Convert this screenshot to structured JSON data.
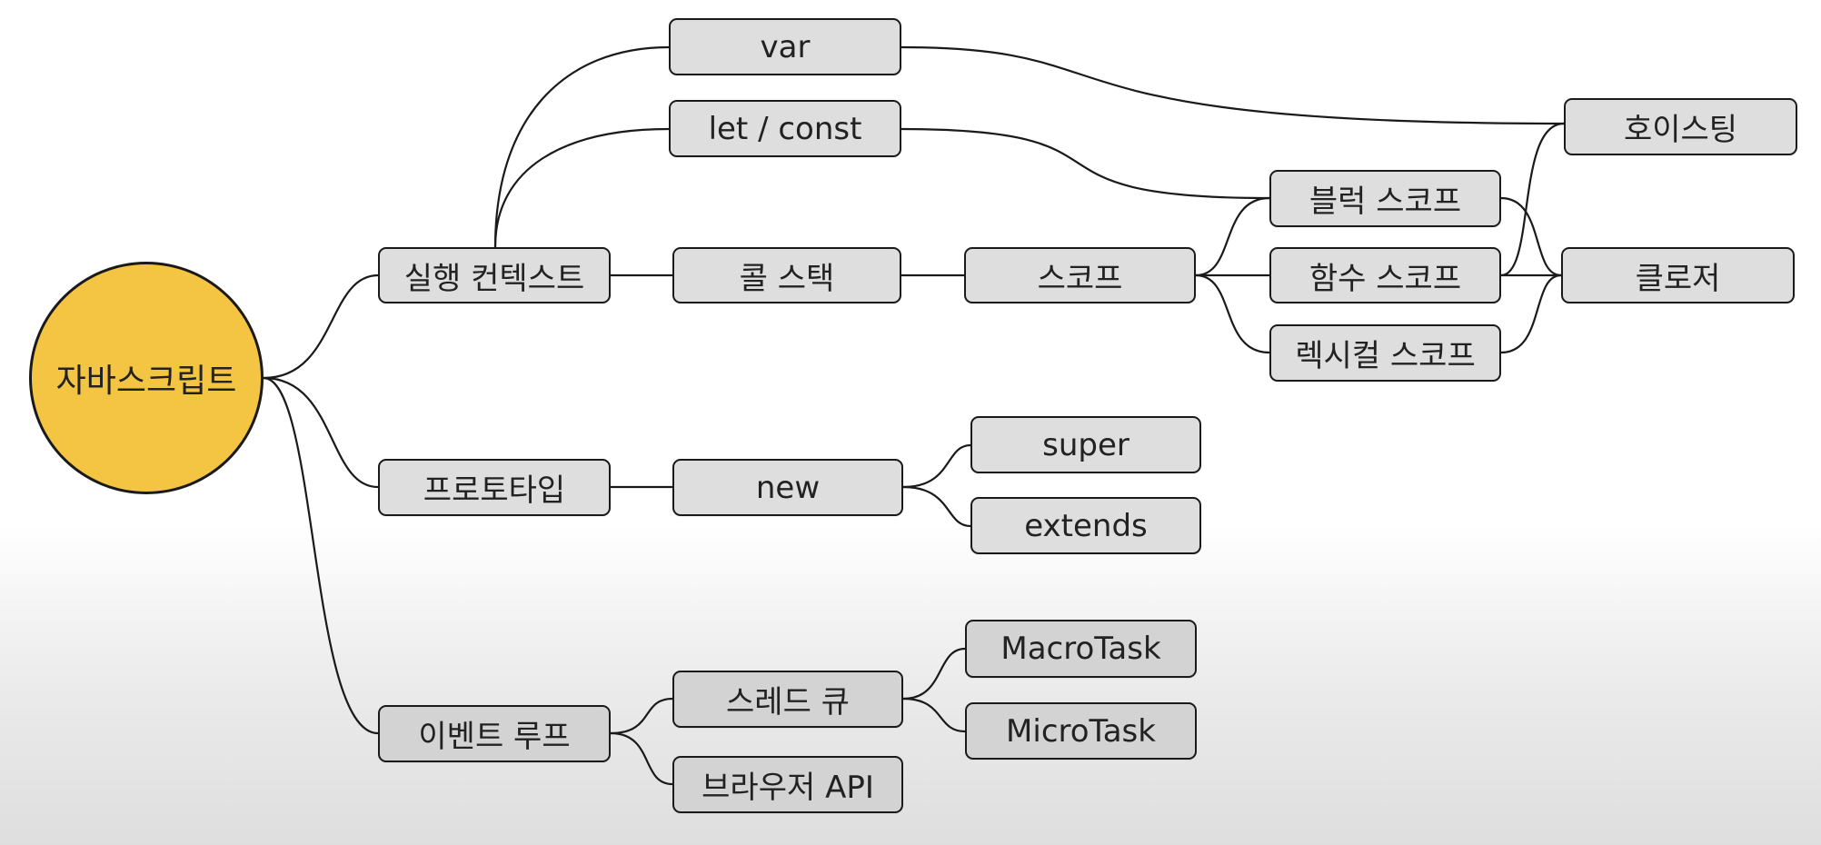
{
  "root": {
    "label": "자바스크립트",
    "color": "#f4c542"
  },
  "nodes": {
    "execution_context": "실행 컨텍스트",
    "var": "var",
    "let_const": "let / const",
    "call_stack": "콜 스택",
    "scope": "스코프",
    "block_scope": "블럭 스코프",
    "function_scope": "함수 스코프",
    "lexical_scope": "렉시컬 스코프",
    "hoisting": "호이스팅",
    "closure": "클로저",
    "prototype": "프로토타입",
    "new": "new",
    "super": "super",
    "extends": "extends",
    "event_loop": "이벤트 루프",
    "thread_queue": "스레드 큐",
    "browser_api": "브라우저 API",
    "macrotask": "MacroTask",
    "microtask": "MicroTask"
  },
  "edges": [
    [
      "root",
      "execution_context"
    ],
    [
      "root",
      "prototype"
    ],
    [
      "root",
      "event_loop"
    ],
    [
      "execution_context",
      "var"
    ],
    [
      "execution_context",
      "let_const"
    ],
    [
      "execution_context",
      "call_stack"
    ],
    [
      "call_stack",
      "scope"
    ],
    [
      "scope",
      "block_scope"
    ],
    [
      "scope",
      "function_scope"
    ],
    [
      "scope",
      "lexical_scope"
    ],
    [
      "var",
      "hoisting"
    ],
    [
      "let_const",
      "block_scope"
    ],
    [
      "function_scope",
      "hoisting"
    ],
    [
      "block_scope",
      "closure"
    ],
    [
      "function_scope",
      "closure"
    ],
    [
      "lexical_scope",
      "closure"
    ],
    [
      "prototype",
      "new"
    ],
    [
      "new",
      "super"
    ],
    [
      "new",
      "extends"
    ],
    [
      "event_loop",
      "thread_queue"
    ],
    [
      "event_loop",
      "browser_api"
    ],
    [
      "thread_queue",
      "macrotask"
    ],
    [
      "thread_queue",
      "microtask"
    ]
  ]
}
